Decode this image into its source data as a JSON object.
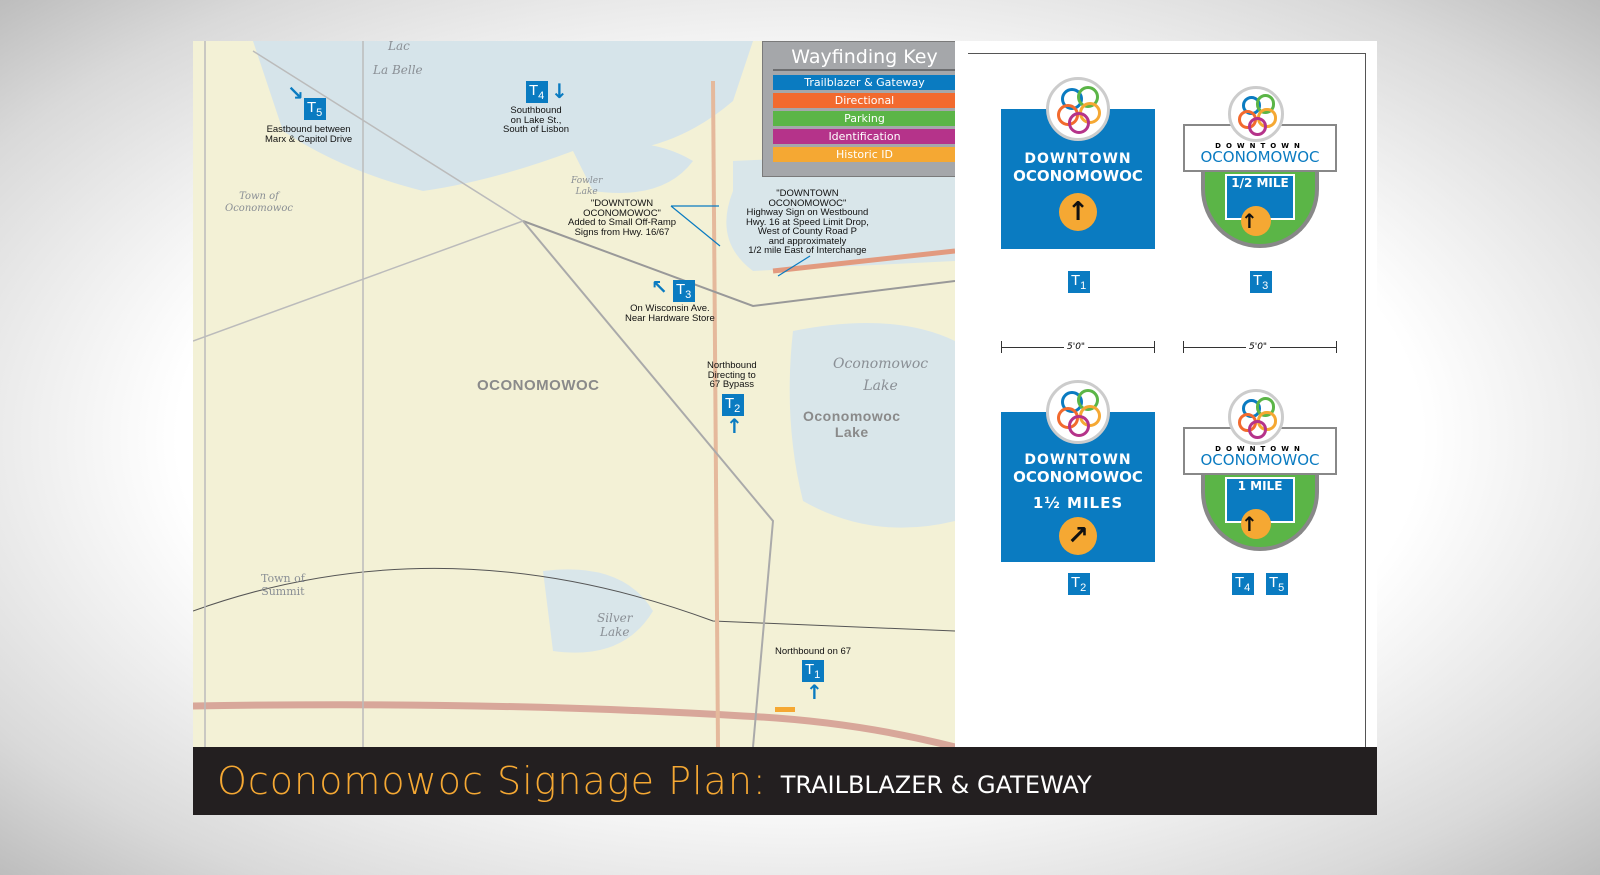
{
  "title": {
    "main": "Oconomowoc Signage Plan:",
    "sub": "TRAILBLAZER & GATEWAY"
  },
  "key": {
    "title": "Wayfinding Key",
    "items": [
      {
        "label": "Trailblazer & Gateway",
        "color": "#0a7bc1"
      },
      {
        "label": "Directional",
        "color": "#f26a2e"
      },
      {
        "label": "Parking",
        "color": "#5bb547"
      },
      {
        "label": "Identification",
        "color": "#b5338a"
      },
      {
        "label": "Historic ID",
        "color": "#f5a833"
      }
    ]
  },
  "map": {
    "places": {
      "lac_la_belle_1": "Lac",
      "lac_la_belle_2": "La Belle",
      "town_oconomowoc": "Town of\nOconomowoc",
      "city": "OCONOMOWOC",
      "town_summit": "Town of\nSummit",
      "silver_lake": "Silver\nLake",
      "oco_lake_italic": "Oconomowoc\nLake",
      "oco_lake_village": "Oconomowoc\nLake",
      "fowler": "Fowler\nLake"
    },
    "markers": [
      {
        "id": "T5",
        "sub": "5",
        "note": "Eastbound between\nMarx & Capitol Drive",
        "arrow": "↘"
      },
      {
        "id": "T4",
        "sub": "4",
        "note": "Southbound\non Lake St.,\nSouth of Lisbon",
        "arrow": "↓"
      },
      {
        "id": "T3",
        "sub": "3",
        "note": "On Wisconsin Ave.\nNear Hardware Store",
        "arrow": "↖"
      },
      {
        "id": "T2",
        "sub": "2",
        "note": "Northbound\nDirecting to\n67 Bypass",
        "arrow": "↑"
      },
      {
        "id": "T1",
        "sub": "1",
        "note": "Northbound on 67",
        "arrow": "↑"
      }
    ],
    "callouts": [
      "\"DOWNTOWN\nOCONOMOWOC\"\nAdded to Small Off-Ramp\nSigns from Hwy. 16/67",
      "\"DOWNTOWN\nOCONOMOWOC\"\nHighway Sign on Westbound\nHwy. 16 at Speed Limit Drop,\nWest of County Road P\nand approximately\n1/2 mile East of Interchange"
    ]
  },
  "signs": {
    "t1": {
      "line1": "DOWNTOWN",
      "line2": "OCONOMOWOC",
      "tag": "T",
      "sub": "1"
    },
    "t3": {
      "line1": "DOWNTOWN",
      "line2": "OCONOMOWOC",
      "distance": "1/2 MILE",
      "tag": "T",
      "sub": "3"
    },
    "t2": {
      "line1": "DOWNTOWN",
      "line2": "OCONOMOWOC",
      "distance": "1½ MILES",
      "tag": "T",
      "sub": "2"
    },
    "t45": {
      "line1": "DOWNTOWN",
      "line2": "OCONOMOWOC",
      "distance": "1 MILE",
      "tags": [
        {
          "tag": "T",
          "sub": "4"
        },
        {
          "tag": "T",
          "sub": "5"
        }
      ]
    },
    "dimension": "5'0\""
  }
}
